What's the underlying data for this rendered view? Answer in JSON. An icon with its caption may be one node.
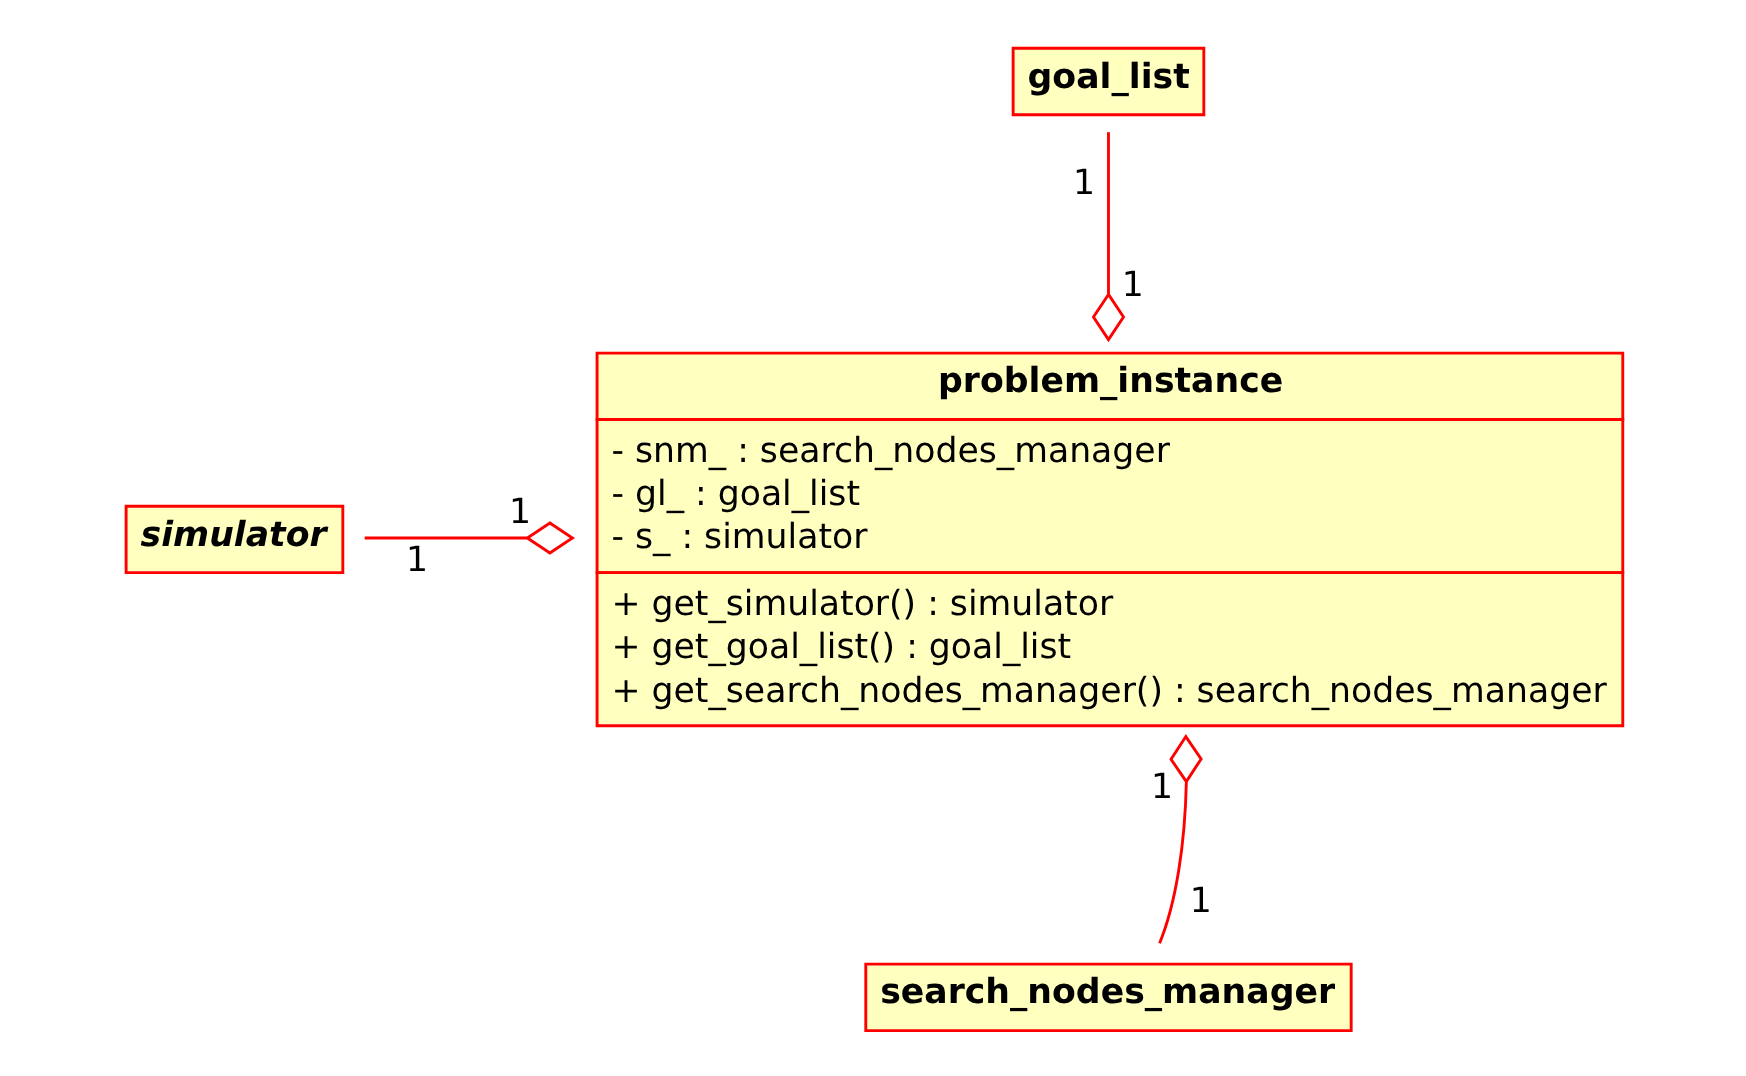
{
  "diagram": {
    "nodes": [
      {
        "text": [
          "goal_list"
        ]
      },
      {
        "text": [
          "problem_instance",
          "- snm_ : search_nodes_manager",
          "- gl_ : goal_list",
          "- s_ : simulator",
          "+ get_simulator() : simulator",
          "+ get_goal_list() : goal_list",
          "+ get_search_nodes_manager() : search_nodes_manager"
        ]
      },
      {
        "text": [
          "simulator"
        ]
      },
      {
        "text": [
          "search_nodes_manager"
        ]
      }
    ],
    "edges": [
      {
        "from": 0,
        "to": 1,
        "arrow": "other"
      },
      {
        "from": 2,
        "to": 1,
        "arrow": "other"
      },
      {
        "from": 3,
        "to": 1,
        "arrow": "other"
      }
    ],
    "labels": [
      "1",
      "1",
      "1",
      "1",
      "1",
      "1"
    ]
  }
}
